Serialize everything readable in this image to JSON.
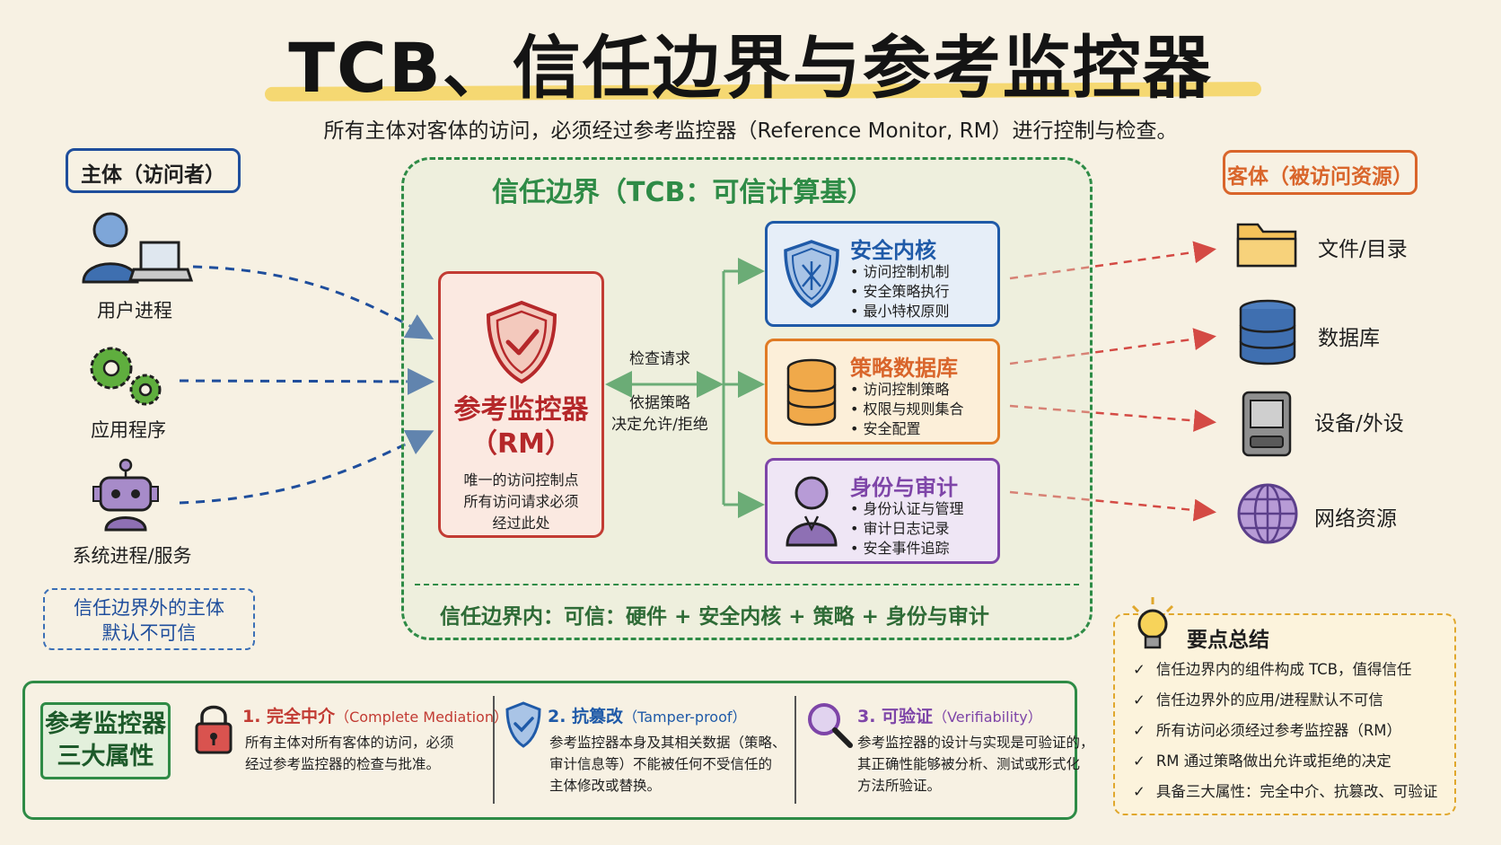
{
  "title": "TCB、信任边界与参考监控器",
  "subtitle": "所有主体对客体的访问，必须经过参考监控器（Reference Monitor, RM）进行控制与检查。",
  "subjects": {
    "heading": "主体（访问者）",
    "items": [
      {
        "label": "用户进程",
        "icon": "user-laptop-icon"
      },
      {
        "label": "应用程序",
        "icon": "gears-icon"
      },
      {
        "label": "系统进程/服务",
        "icon": "robot-icon"
      }
    ],
    "untrusted_line1": "信任边界外的主体",
    "untrusted_line2": "默认不可信"
  },
  "tcb": {
    "title": "信任边界（TCB：可信计算基）",
    "bottom": "信任边界内：可信：硬件 + 安全内核 + 策略 + 身份与审计"
  },
  "rm": {
    "title_line1": "参考监控器",
    "title_line2": "（RM）",
    "desc_line1": "唯一的访问控制点",
    "desc_line2": "所有访问请求必须",
    "desc_line3": "经过此处",
    "icon": "shield-check-icon"
  },
  "flow": {
    "check_request": "检查请求",
    "policy_line1": "依据策略",
    "policy_line2": "决定允许/拒绝"
  },
  "components": [
    {
      "title": "安全内核",
      "bullets": [
        "访问控制机制",
        "安全策略执行",
        "最小特权原则"
      ],
      "color": "#1f5aa8",
      "icon": "shield-icon"
    },
    {
      "title": "策略数据库",
      "bullets": [
        "访问控制策略",
        "权限与规则集合",
        "安全配置"
      ],
      "color": "#d9652b",
      "icon": "database-icon"
    },
    {
      "title": "身份与审计",
      "bullets": [
        "身份认证与管理",
        "审计日志记录",
        "安全事件追踪"
      ],
      "color": "#7e45a8",
      "icon": "person-icon"
    }
  ],
  "objects": {
    "heading": "客体（被访问资源）",
    "items": [
      {
        "label": "文件/目录",
        "icon": "folder-icon"
      },
      {
        "label": "数据库",
        "icon": "database-icon"
      },
      {
        "label": "设备/外设",
        "icon": "device-icon"
      },
      {
        "label": "网络资源",
        "icon": "globe-icon"
      }
    ]
  },
  "properties": {
    "title_line1": "参考监控器",
    "title_line2": "三大属性",
    "items": [
      {
        "num": "1. 完全中介",
        "en": "（Complete Mediation）",
        "lines": [
          "所有主体对所有客体的访问，必须",
          "经过参考监控器的检查与批准。"
        ],
        "color": "#c23b33",
        "icon": "lock-icon"
      },
      {
        "num": "2. 抗篡改",
        "en": "（Tamper-proof）",
        "lines": [
          "参考监控器本身及其相关数据（策略、",
          "审计信息等）不能被任何不受信任的",
          "主体修改或替换。"
        ],
        "color": "#1f5aa8",
        "icon": "shield-check-icon"
      },
      {
        "num": "3. 可验证",
        "en": "（Verifiability）",
        "lines": [
          "参考监控器的设计与实现是可验证的，",
          "其正确性能够被分析、测试或形式化",
          "方法所验证。"
        ],
        "color": "#7e45a8",
        "icon": "magnifier-icon"
      }
    ]
  },
  "summary": {
    "title": "要点总结",
    "icon": "lightbulb-icon",
    "items": [
      "信任边界内的组件构成 TCB，值得信任",
      "信任边界外的应用/进程默认不可信",
      "所有访问必须经过参考监控器（RM）",
      "RM 通过策略做出允许或拒绝的决定",
      "具备三大属性：完全中介、抗篡改、可验证"
    ]
  },
  "colors": {
    "trusted_green": "#2e8b46",
    "rm_red": "#c23b33",
    "subject_blue": "#1f4e9c",
    "object_orange": "#d9652b"
  }
}
